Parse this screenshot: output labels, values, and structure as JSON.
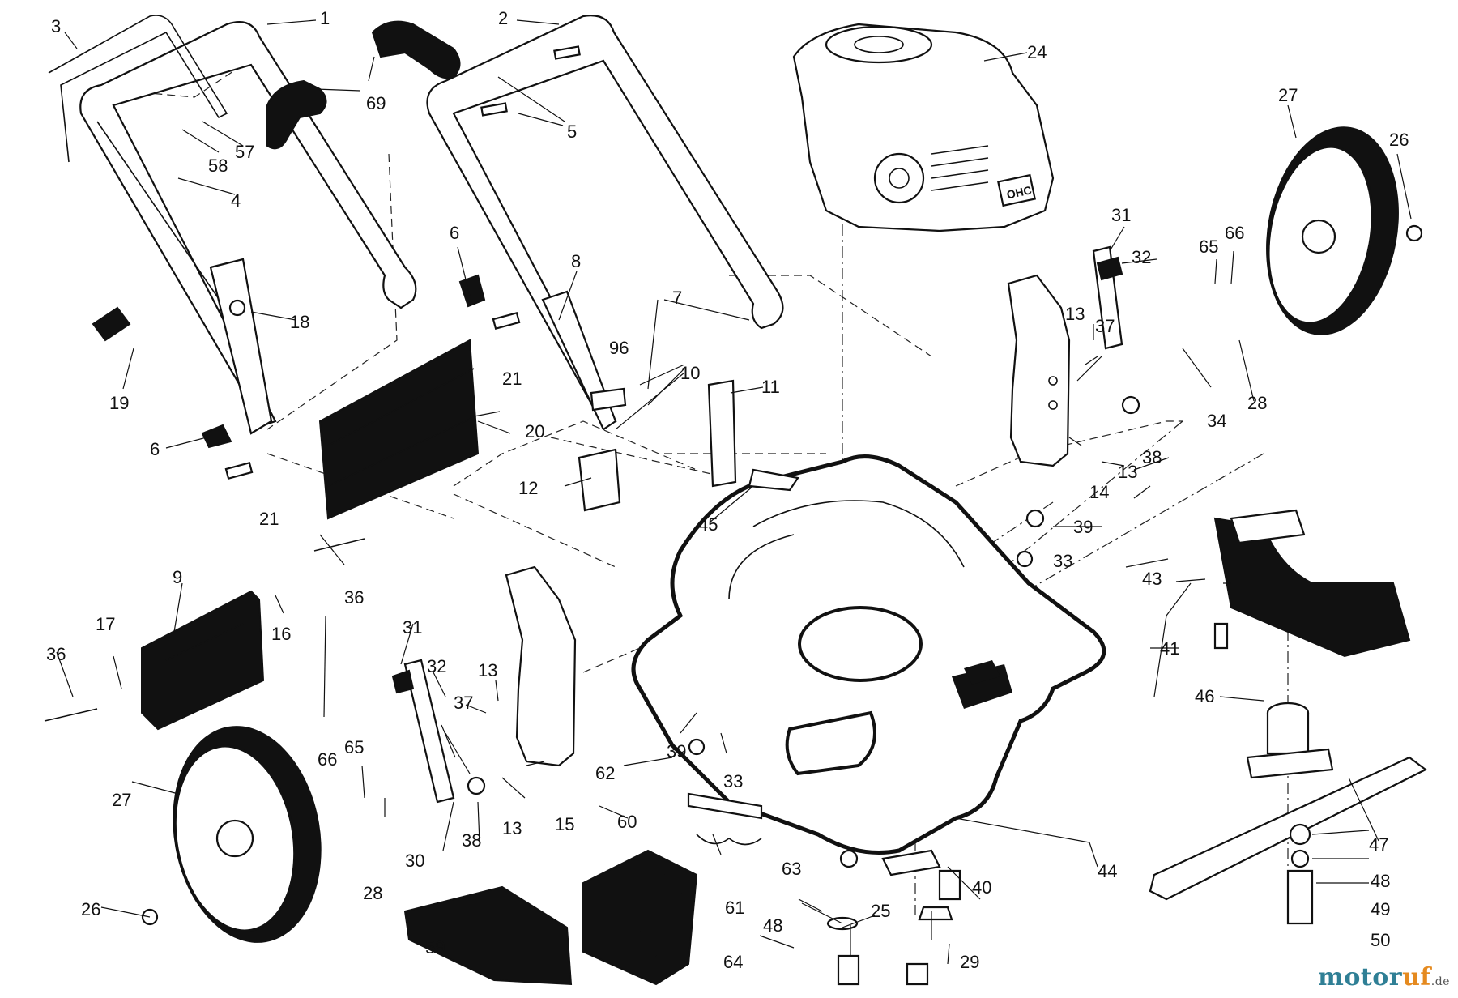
{
  "callouts": [
    {
      "id": "c1",
      "label": "1"
    },
    {
      "id": "c2",
      "label": "2"
    },
    {
      "id": "c3",
      "label": "3"
    },
    {
      "id": "c4",
      "label": "4"
    },
    {
      "id": "c5",
      "label": "5"
    },
    {
      "id": "c6a",
      "label": "6"
    },
    {
      "id": "c6b",
      "label": "6"
    },
    {
      "id": "c7",
      "label": "7"
    },
    {
      "id": "c8",
      "label": "8"
    },
    {
      "id": "c9",
      "label": "9"
    },
    {
      "id": "c10",
      "label": "10"
    },
    {
      "id": "c11",
      "label": "11"
    },
    {
      "id": "c12",
      "label": "12"
    },
    {
      "id": "c13a",
      "label": "13"
    },
    {
      "id": "c13b",
      "label": "13"
    },
    {
      "id": "c13c",
      "label": "13"
    },
    {
      "id": "c13d",
      "label": "13"
    },
    {
      "id": "c14",
      "label": "14"
    },
    {
      "id": "c15",
      "label": "15"
    },
    {
      "id": "c16",
      "label": "16"
    },
    {
      "id": "c17",
      "label": "17"
    },
    {
      "id": "c18",
      "label": "18"
    },
    {
      "id": "c19",
      "label": "19"
    },
    {
      "id": "c20",
      "label": "20"
    },
    {
      "id": "c21a",
      "label": "21"
    },
    {
      "id": "c21b",
      "label": "21"
    },
    {
      "id": "c24",
      "label": "24"
    },
    {
      "id": "c25",
      "label": "25"
    },
    {
      "id": "c26a",
      "label": "26"
    },
    {
      "id": "c26b",
      "label": "26"
    },
    {
      "id": "c27a",
      "label": "27"
    },
    {
      "id": "c27b",
      "label": "27"
    },
    {
      "id": "c28a",
      "label": "28"
    },
    {
      "id": "c28b",
      "label": "28"
    },
    {
      "id": "c29",
      "label": "29"
    },
    {
      "id": "c30",
      "label": "30"
    },
    {
      "id": "c31a",
      "label": "31"
    },
    {
      "id": "c31b",
      "label": "31"
    },
    {
      "id": "c32a",
      "label": "32"
    },
    {
      "id": "c32b",
      "label": "32"
    },
    {
      "id": "c33a",
      "label": "33"
    },
    {
      "id": "c33b",
      "label": "33"
    },
    {
      "id": "c34",
      "label": "34"
    },
    {
      "id": "c36a",
      "label": "36"
    },
    {
      "id": "c36b",
      "label": "36"
    },
    {
      "id": "c37a",
      "label": "37"
    },
    {
      "id": "c37b",
      "label": "37"
    },
    {
      "id": "c38a",
      "label": "38"
    },
    {
      "id": "c38b",
      "label": "38"
    },
    {
      "id": "c39a",
      "label": "39"
    },
    {
      "id": "c39b",
      "label": "39"
    },
    {
      "id": "c40",
      "label": "40"
    },
    {
      "id": "c41",
      "label": "41"
    },
    {
      "id": "c43",
      "label": "43"
    },
    {
      "id": "c44",
      "label": "44"
    },
    {
      "id": "c45",
      "label": "45"
    },
    {
      "id": "c46",
      "label": "46"
    },
    {
      "id": "c47",
      "label": "47"
    },
    {
      "id": "c48a",
      "label": "48"
    },
    {
      "id": "c48b",
      "label": "48"
    },
    {
      "id": "c49",
      "label": "49"
    },
    {
      "id": "c50",
      "label": "50"
    },
    {
      "id": "c57",
      "label": "57"
    },
    {
      "id": "c58",
      "label": "58"
    },
    {
      "id": "c59",
      "label": "59"
    },
    {
      "id": "c60",
      "label": "60"
    },
    {
      "id": "c61",
      "label": "61"
    },
    {
      "id": "c62",
      "label": "62"
    },
    {
      "id": "c63",
      "label": "63"
    },
    {
      "id": "c64",
      "label": "64"
    },
    {
      "id": "c65a",
      "label": "65"
    },
    {
      "id": "c65b",
      "label": "65"
    },
    {
      "id": "c66a",
      "label": "66"
    },
    {
      "id": "c66b",
      "label": "66"
    },
    {
      "id": "c69",
      "label": "69"
    },
    {
      "id": "c96",
      "label": "96"
    }
  ],
  "engine_badge": "OHC",
  "watermark": {
    "main": "motor",
    "accent": "uf",
    "tld": ".de"
  }
}
